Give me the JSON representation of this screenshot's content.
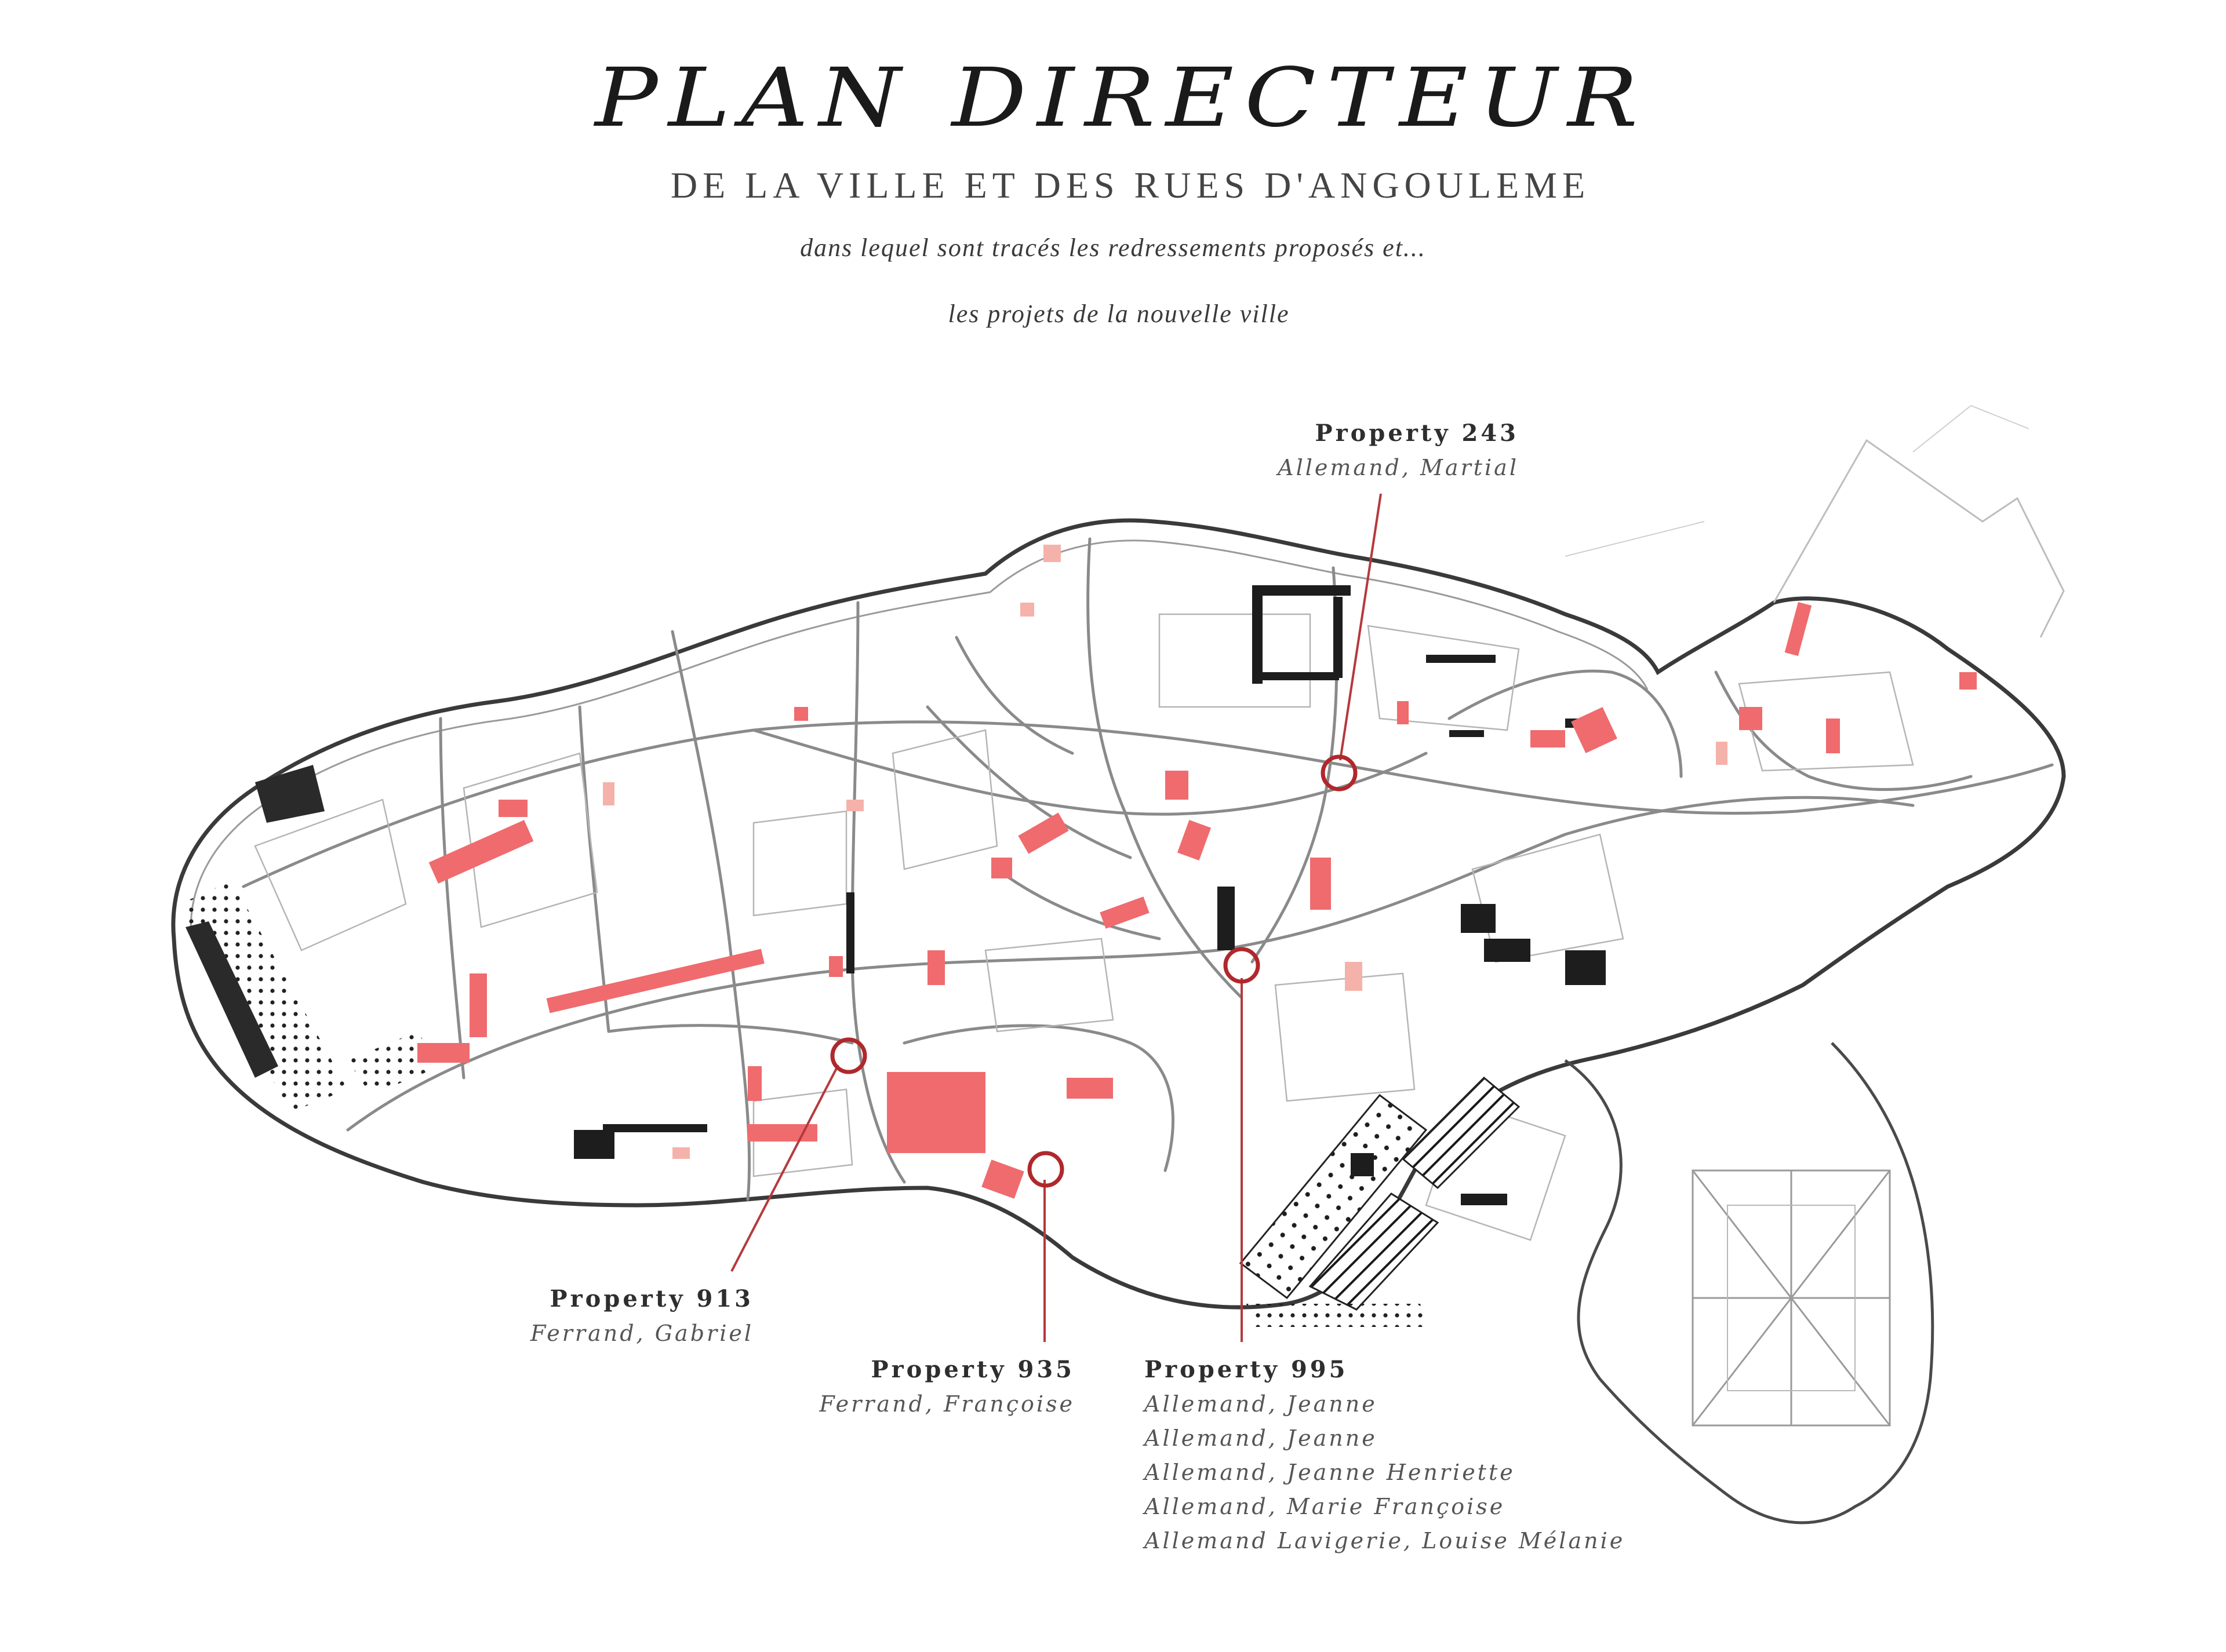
{
  "title": {
    "main": "PLAN DIRECTEUR",
    "subtitle": "DE LA VILLE ET DES RUES D'ANGOULEME",
    "line1": "dans lequel sont tracés les redressements proposés et...",
    "line2": "les projets de la nouvelle ville"
  },
  "colors": {
    "background": "#ffffff",
    "ink": "#1a1a1a",
    "street": "#8a8a8a",
    "property_fill": "#ef6b6e",
    "property_fill_light": "#f5b2aa",
    "marker": "#b0282c",
    "leader": "#b5393c"
  },
  "map": {
    "icons": {
      "property_marker": "circle-marker-icon",
      "property_highlight": "red-rectangle"
    }
  },
  "properties": [
    {
      "id": "243",
      "label": "Property 243",
      "owners": [
        "Allemand, Martial"
      ]
    },
    {
      "id": "913",
      "label": "Property 913",
      "owners": [
        "Ferrand, Gabriel"
      ]
    },
    {
      "id": "935",
      "label": "Property 935",
      "owners": [
        "Ferrand, Françoise"
      ]
    },
    {
      "id": "995",
      "label": "Property 995",
      "owners": [
        "Allemand, Jeanne",
        "Allemand, Jeanne",
        "Allemand, Jeanne Henriette",
        "Allemand, Marie Françoise",
        "Allemand Lavigerie, Louise Mélanie"
      ]
    }
  ]
}
